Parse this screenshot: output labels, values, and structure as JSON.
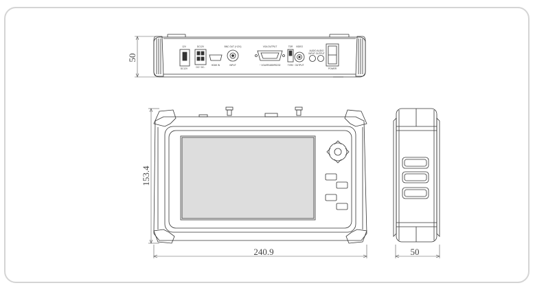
{
  "dimensions": {
    "top_view_height": "50",
    "front_height": "153.4",
    "front_width": "240.9",
    "side_width": "50"
  },
  "port_labels": {
    "dc_in_top": "12V",
    "dc_in_bottom": "DC12V",
    "power_out_top": "DC12V",
    "power_out_bottom": "DC+ DC-",
    "hdmi": "HDMI IN",
    "bnc_top": "BNC OUT (+12V)",
    "bnc_bottom": "INPUT",
    "vga_top": "VGA OUTPUT",
    "vga_bottom": "~ VGA/RS485/RS232",
    "switch_label": "TDR",
    "switch_bottom": "TXRX",
    "bnc_out_top": "VIDEO",
    "bnc_out_bottom": "OUTPUT",
    "audio_top": "AUDIO AUDIO",
    "audio_bottom": "INPUT OUTPUT",
    "power": "POWER"
  },
  "colors": {
    "line": "#333333",
    "frame_border": "#d4d4d4",
    "screen": "#dddddd"
  }
}
